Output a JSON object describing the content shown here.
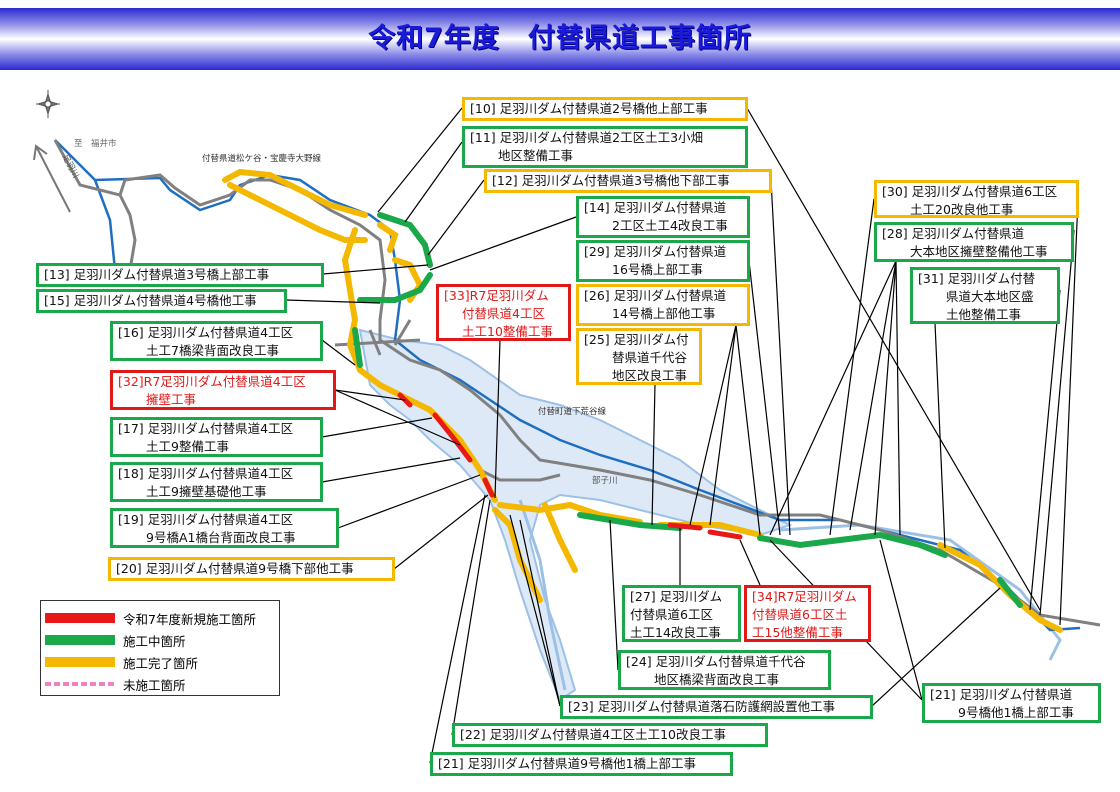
{
  "title": "令和7年度　付替県道工事箇所",
  "map_text": {
    "to_fukui": "至　福井市",
    "river_asuwa": "足羽川",
    "route_top": "付替県道松ケ谷・宝慶寺大野線",
    "route_mid": "付替町道下荒谷線",
    "river_heko": "部子川"
  },
  "labels": {
    "l10": {
      "line1": "[10] 足羽川ダム付替県道2号橋他上部工事"
    },
    "l11": {
      "line1": "[11] 足羽川ダム付替県道2工区土工3小畑",
      "line2": "地区整備工事"
    },
    "l12": {
      "line1": "[12] 足羽川ダム付替県道3号橋他下部工事"
    },
    "l13": {
      "line1": "[13] 足羽川ダム付替県道3号橋上部工事"
    },
    "l14": {
      "line1": "[14] 足羽川ダム付替県道",
      "line2": "2工区土工4改良工事"
    },
    "l15": {
      "line1": "[15] 足羽川ダム付替県道4号橋他工事"
    },
    "l16": {
      "line1": "[16] 足羽川ダム付替県道4工区",
      "line2": "土工7橋梁背面改良工事"
    },
    "l17": {
      "line1": "[17] 足羽川ダム付替県道4工区",
      "line2": "土工9整備工事"
    },
    "l18": {
      "line1": "[18] 足羽川ダム付替県道4工区",
      "line2": "土工9擁壁基礎他工事"
    },
    "l19": {
      "line1": "[19] 足羽川ダム付替県道4工区",
      "line2": "9号橋A1橋台背面改良工事"
    },
    "l20": {
      "line1": "[20] 足羽川ダム付替県道9号橋下部他工事"
    },
    "l21a": {
      "line1": "[21] 足羽川ダム付替県道9号橋他1橋上部工事"
    },
    "l21b": {
      "line1": "[21] 足羽川ダム付替県道",
      "line2": "9号橋他1橋上部工事"
    },
    "l22": {
      "line1": "[22] 足羽川ダム付替県道4工区土工10改良工事"
    },
    "l23": {
      "line1": "[23] 足羽川ダム付替県道落石防護網設置他工事"
    },
    "l24": {
      "line1": "[24] 足羽川ダム付替県道千代谷",
      "line2": "地区橋梁背面改良工事"
    },
    "l25": {
      "line1": "[25] 足羽川ダム付",
      "line2": "替県道千代谷",
      "line3": "地区改良工事"
    },
    "l26": {
      "line1": "[26] 足羽川ダム付替県道",
      "line2": "14号橋上部他工事"
    },
    "l27": {
      "line1": "[27] 足羽川ダム",
      "line2": "付替県道6工区",
      "line3": "土工14改良工事"
    },
    "l28": {
      "line1": "[28] 足羽川ダム付替県道",
      "line2": "大本地区擁壁整備他工事"
    },
    "l29": {
      "line1": "[29] 足羽川ダム付替県道",
      "line2": "16号橋上部工事"
    },
    "l30": {
      "line1": "[30] 足羽川ダム付替県道6工区",
      "line2": "土工20改良他工事"
    },
    "l31": {
      "line1": "[31] 足羽川ダム付替",
      "line2": "県道大本地区盛",
      "line3": "土他整備工事"
    },
    "l32": {
      "line1": "[32]R7足羽川ダム付替県道4工区",
      "line2": "擁壁工事"
    },
    "l33": {
      "line1": "[33]R7足羽川ダム",
      "line2": "付替県道4工区",
      "line3": "土工10整備工事"
    },
    "l34": {
      "line1": "[34]R7足羽川ダム",
      "line2": "付替県道6工区土",
      "line3": "工15他整備工事"
    }
  },
  "legend": [
    {
      "label": "令和7年度新規施工箇所",
      "color": "#e81818"
    },
    {
      "label": "施工中箇所",
      "color": "#1aa84a"
    },
    {
      "label": "施工完了箇所",
      "color": "#f5b800"
    },
    {
      "label": "未施工箇所",
      "color": "#f080c0"
    }
  ],
  "colors": {
    "new": "#e81818",
    "ongoing": "#1aa84a",
    "done": "#f5b800",
    "river": "#1f6fc0",
    "road": "#808080"
  }
}
